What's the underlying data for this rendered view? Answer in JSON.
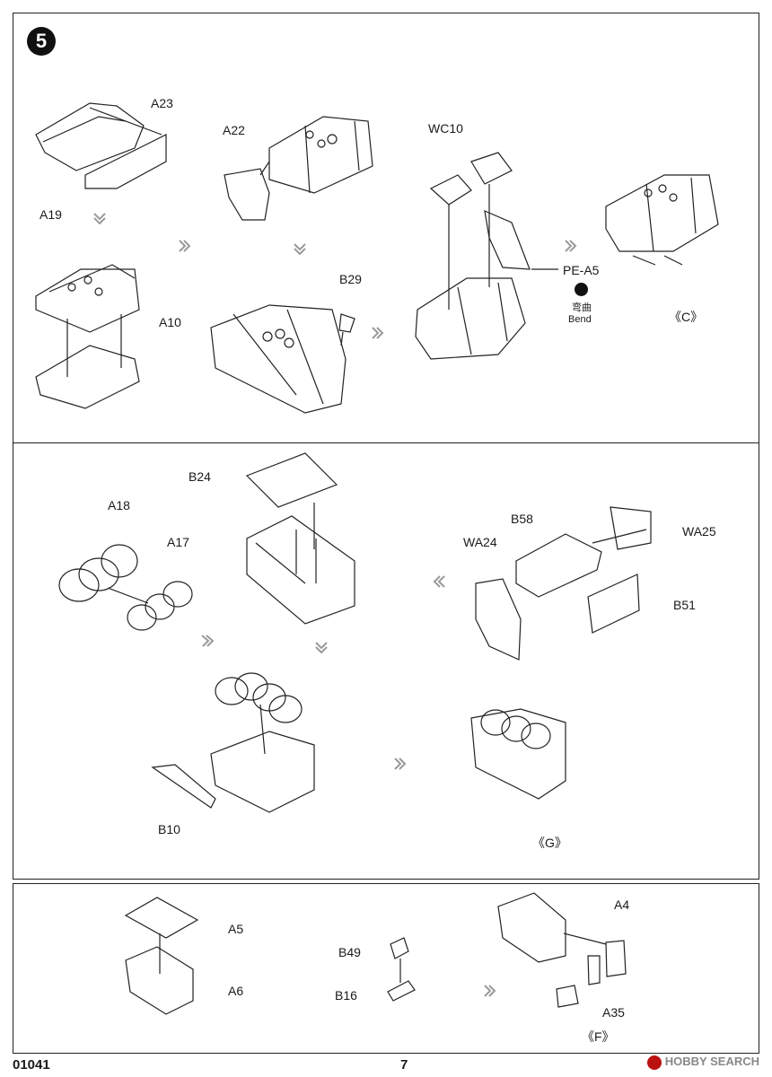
{
  "step": "5",
  "panel1": {
    "labels": [
      "A23",
      "A19",
      "A22",
      "A10",
      "B29",
      "WC10",
      "PE-A5",
      "Bend",
      "《C》"
    ],
    "bend_cn": "弯曲"
  },
  "panel2": {
    "labels": [
      "B24",
      "A18",
      "A17",
      "B58",
      "WA25",
      "WA24",
      "B51",
      "B10",
      "《G》"
    ]
  },
  "panel3": {
    "labels": [
      "A5",
      "A6",
      "B49",
      "B16",
      "A4",
      "A35",
      "《F》"
    ]
  },
  "footer": {
    "code": "01041",
    "page_number": "7",
    "watermark": "HOBBY SEARCH"
  }
}
